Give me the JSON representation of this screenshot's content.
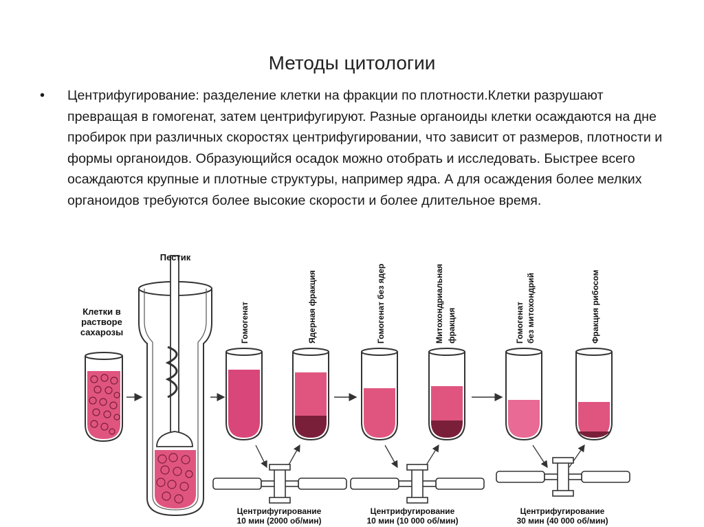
{
  "slide": {
    "title": "Методы цитологии",
    "bullet": "•",
    "body": "Центрифугирование: разделение клетки на фракции по плотности.Клетки разрушают превращая в гомогенат, затем центрифугируют. Разные органоиды клетки осаждаются на дне пробирок при различных скоростях центрифугировании, что зависит от размеров, плотности и формы органоидов. Образующийся осадок можно отобрать и исследовать. Быстрее всего осаждаются крупные и плотные структуры, например ядра. А для осаждения более мелких органоидов требуются более высокие скорости и более длительное время."
  },
  "diagram": {
    "pestle_label": "Пестик",
    "cells_label_1": "Клетки в",
    "cells_label_2": "растворе",
    "cells_label_3": "сахарозы",
    "homogenate_label": "Гомогенат",
    "nuclear_fraction_label": "Ядерная фракция",
    "homogenate_no_nuclei_label": "Гомогенат без ядер",
    "mito_fraction_label_1": "Митохондриальная",
    "mito_fraction_label_2": "фракция",
    "homogenate_no_mito_label_1": "Гомогенат",
    "homogenate_no_mito_label_2": "без митохондрий",
    "ribosome_fraction_label": "Фракция рибосом",
    "centrifuge_1_title": "Центрифугирование",
    "centrifuge_1_params": "10 мин (2000 об/мин)",
    "centrifuge_2_title": "Центрифугирование",
    "centrifuge_2_params": "10 мин (10 000 об/мин)",
    "centrifuge_3_title": "Центрифугирование",
    "centrifuge_3_params": "30 мин (40 000 об/мин)",
    "colors": {
      "liquid": "#d9477a",
      "liquid_light": "#e86a95",
      "line": "#333333"
    }
  }
}
